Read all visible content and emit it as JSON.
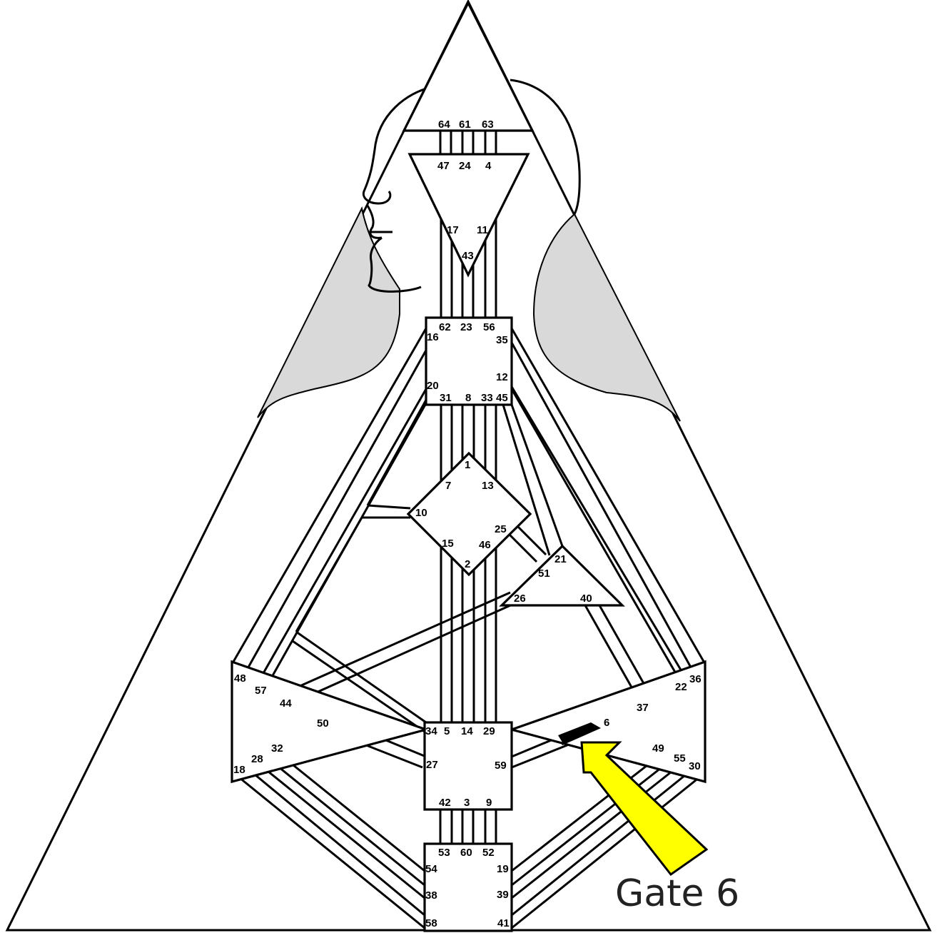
{
  "diagram": {
    "colors": {
      "line": "#000000",
      "background": "#ffffff",
      "shade": "#d9d9d9",
      "arrow_fill": "#ffff00",
      "gate_highlight": "#000000",
      "annotation_text": "#222222"
    },
    "annotation": {
      "label": "Gate 6",
      "icon": "arrow-icon"
    },
    "gates": {
      "g64": "64",
      "g61": "61",
      "g63": "63",
      "g47": "47",
      "g24": "24",
      "g4": "4",
      "g17": "17",
      "g11": "11",
      "g43": "43",
      "g62": "62",
      "g23": "23",
      "g56": "56",
      "g16": "16",
      "g35": "35",
      "g12": "12",
      "g20": "20",
      "g31": "31",
      "g8": "8",
      "g33": "33",
      "g45": "45",
      "g1": "1",
      "g7": "7",
      "g13": "13",
      "g10": "10",
      "g25": "25",
      "g15": "15",
      "g46": "46",
      "g2": "2",
      "g21": "21",
      "g51": "51",
      "g26": "26",
      "g40": "40",
      "g48": "48",
      "g57": "57",
      "g44": "44",
      "g50": "50",
      "g32": "32",
      "g28": "28",
      "g18": "18",
      "g36": "36",
      "g22": "22",
      "g37": "37",
      "g6": "6",
      "g49": "49",
      "g55": "55",
      "g30": "30",
      "g34": "34",
      "g5": "5",
      "g14": "14",
      "g29": "29",
      "g27": "27",
      "g59": "59",
      "g42": "42",
      "g3": "3",
      "g9": "9",
      "g53": "53",
      "g60": "60",
      "g52": "52",
      "g54": "54",
      "g19": "19",
      "g38": "38",
      "g39": "39",
      "g58": "58",
      "g41": "41"
    }
  }
}
